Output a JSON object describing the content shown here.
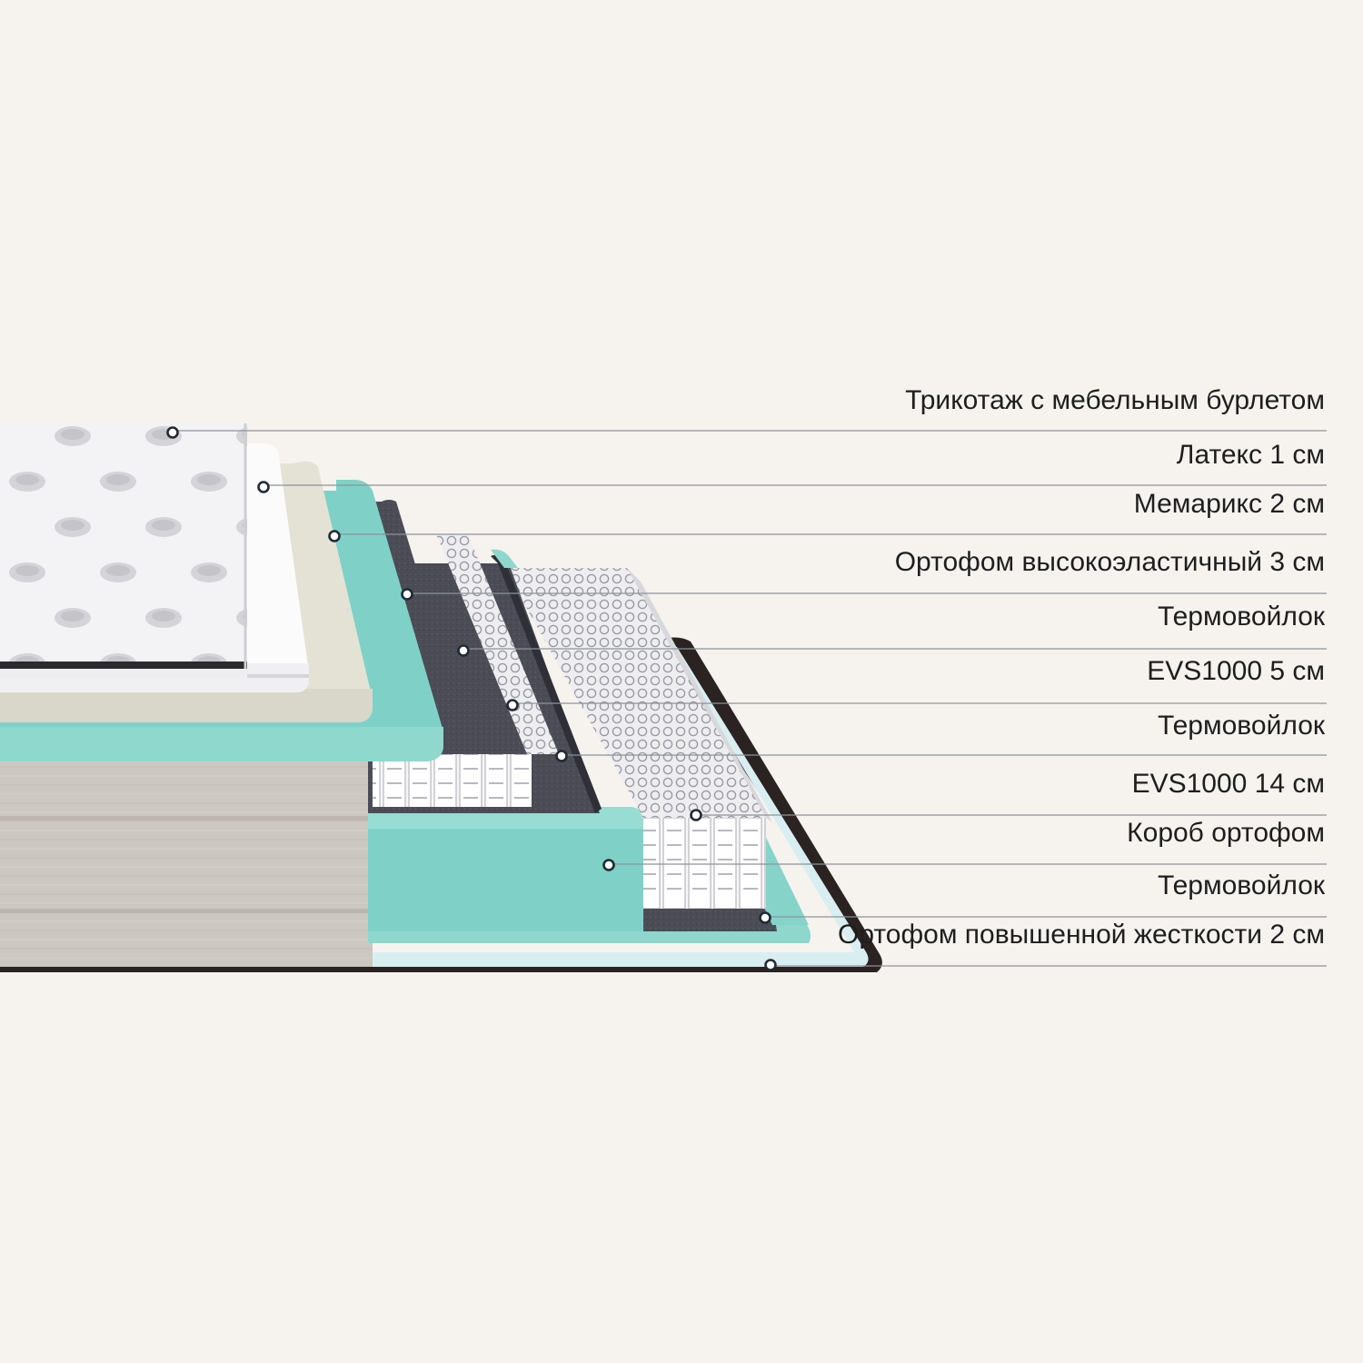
{
  "layers": [
    {
      "label": "Трикотаж с мебельным бурлетом"
    },
    {
      "label": "Латекс 1 см"
    },
    {
      "label": "Мемарикс 2 см"
    },
    {
      "label": "Ортофом высокоэластичный 3 см"
    },
    {
      "label": "Термовойлок"
    },
    {
      "label": "EVS1000 5 см"
    },
    {
      "label": "Термовойлок"
    },
    {
      "label": "EVS1000 14 см"
    },
    {
      "label": "Короб ортофом"
    },
    {
      "label": "Термовойлок"
    },
    {
      "label": "Ортофом повышенной жесткости 2 см"
    }
  ],
  "colors": {
    "background": "#f6f3ef",
    "knit": "#f2f2f4",
    "latex": "#fbfbfb",
    "memory_foam": "#e6e4d8",
    "ortho_foam": "#7fd1c7",
    "felt": "#4a4b55",
    "springs": "#f4f4f6",
    "box": "#cfc9c4",
    "edge": "#2a2322"
  }
}
